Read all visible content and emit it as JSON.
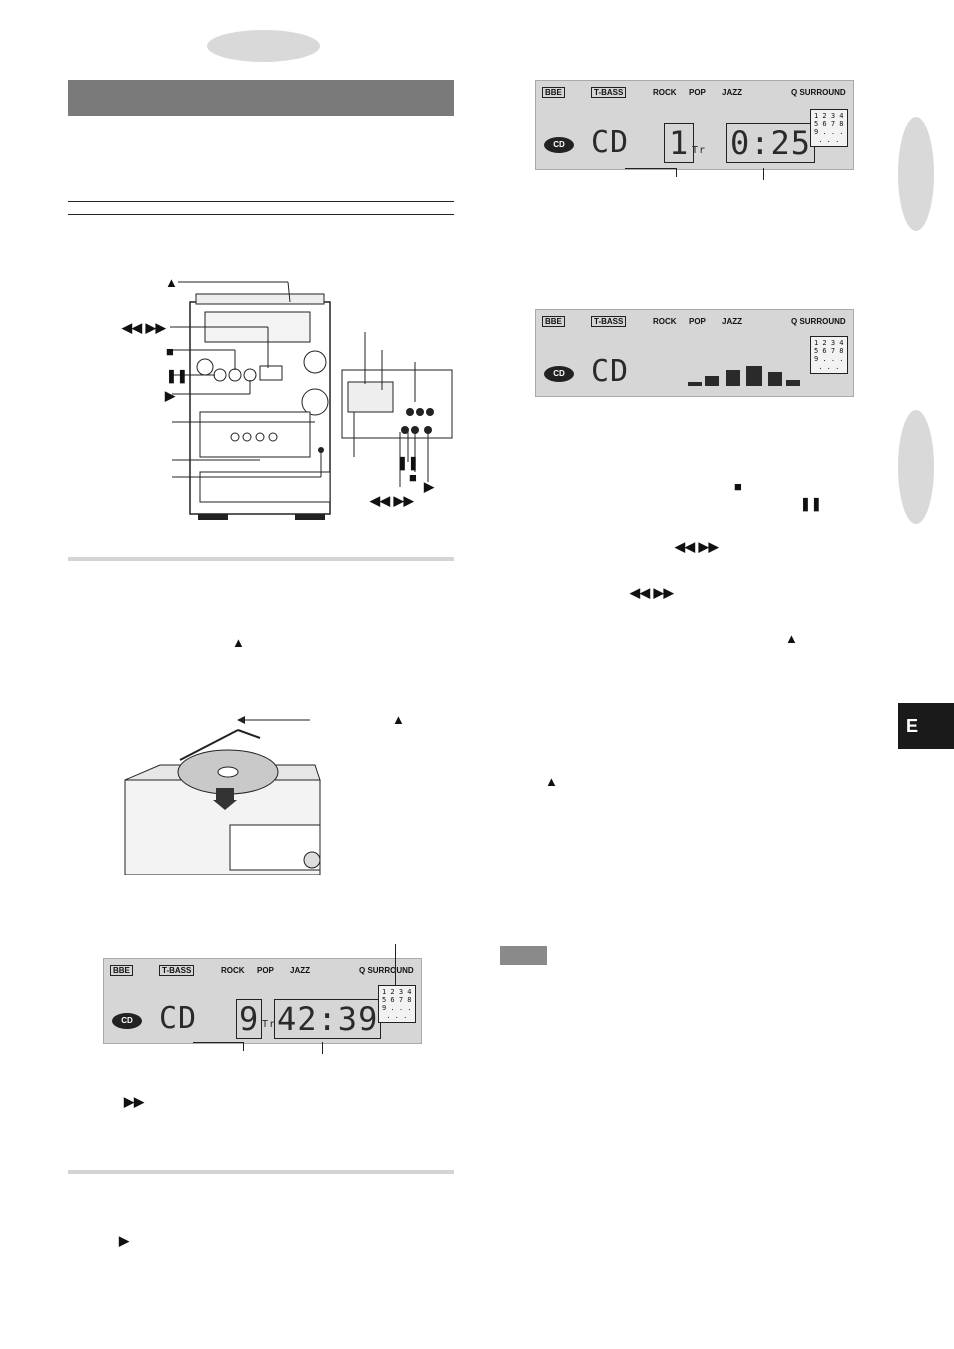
{
  "header": {
    "section_bar_color": "#7a7a7a",
    "oval_color": "#d9d9d9"
  },
  "side_tab": {
    "label": "E"
  },
  "device_diagram": {
    "labels": [
      "▲",
      "◀◀ ▶▶",
      "■",
      "❚❚",
      "▶"
    ],
    "remote_labels": [
      "❚❚",
      "■",
      "▶",
      "◀◀ ▶▶"
    ]
  },
  "inline_symbols": {
    "eject_1": "▲",
    "eject_2": "▲",
    "ff_1": "▶▶",
    "play_1": "▶",
    "stop_1": "■",
    "pause_1": "❚❚",
    "skip_1": "◀◀   ▶▶",
    "skip_2": "◀◀   ▶▶",
    "eject_3": "▲",
    "eject_4": "▲"
  },
  "displays": [
    {
      "bbe": "BBE",
      "tbass": "T-BASS",
      "rock": "ROCK",
      "pop": "POP",
      "jazz": "JAZZ",
      "surround": "Q SURROUND",
      "cd_logo": "CD",
      "source": "CD",
      "track": "1",
      "track_suffix": "Tr",
      "time": "0:25",
      "disc_grid": "1 2 3 4\n5 6 7 8\n9 . . .\n . . ."
    },
    {
      "bbe": "BBE",
      "tbass": "T-BASS",
      "rock": "ROCK",
      "pop": "POP",
      "jazz": "JAZZ",
      "surround": "Q SURROUND",
      "cd_logo": "CD",
      "source": "CD",
      "disc_grid": "1 2 3 4\n5 6 7 8\n9 . . .\n . . ."
    },
    {
      "bbe": "BBE",
      "tbass": "T-BASS",
      "rock": "ROCK",
      "pop": "POP",
      "jazz": "JAZZ",
      "surround": "Q SURROUND",
      "cd_logo": "CD",
      "source": "CD",
      "track": "9",
      "track_suffix": "Tr",
      "time": "42:39",
      "disc_grid": "1 2 3 4\n5 6 7 8\n9 . . .\n . . ."
    }
  ]
}
